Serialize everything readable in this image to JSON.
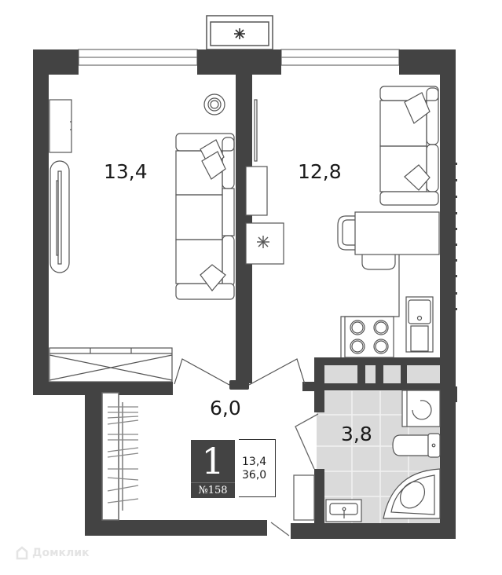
{
  "floorplan": {
    "title": "1-room apartment floor plan",
    "rooms": [
      {
        "id": "living-room",
        "area": "13,4"
      },
      {
        "id": "kitchen-living",
        "area": "12,8"
      },
      {
        "id": "hallway",
        "area": "6,0"
      },
      {
        "id": "bathroom",
        "area": "3,8"
      }
    ],
    "badge": {
      "rooms_count": "1",
      "apartment_number": "№158"
    },
    "summary": {
      "living_area": "13,4",
      "total_area": "36,0"
    },
    "ac_unit_icon": "snowflake-asterisk",
    "fridge_icon": "snowflake",
    "colors": {
      "wall": "#434343",
      "line": "#555555",
      "tile": "#d9d9d9",
      "background": "#ffffff"
    }
  },
  "watermark": {
    "text": "Домклик",
    "icon": "house-logo-icon"
  }
}
